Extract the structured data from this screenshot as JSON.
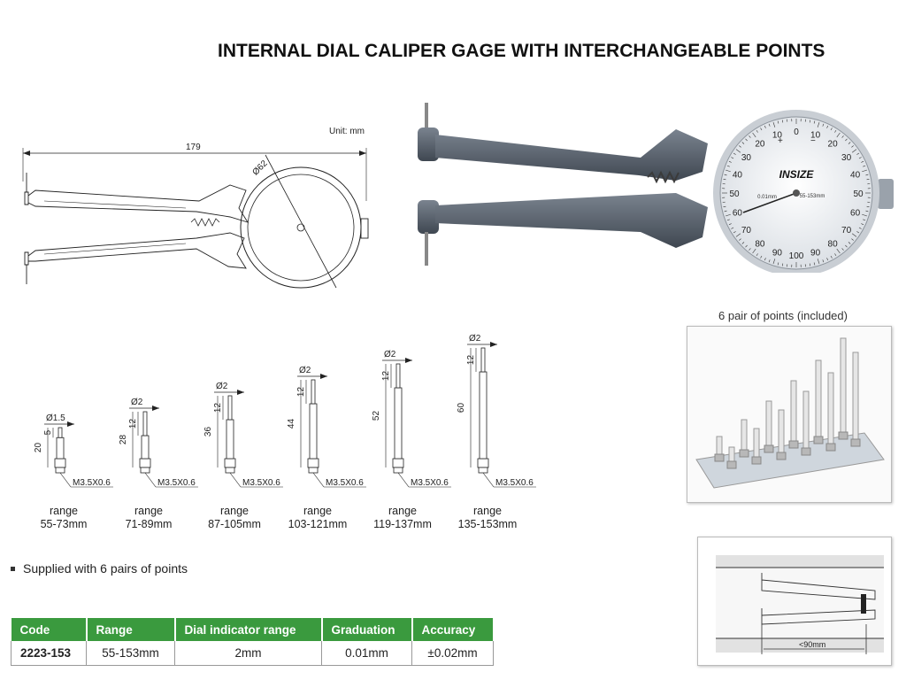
{
  "title": "INTERNAL DIAL CALIPER GAGE WITH INTERCHANGEABLE POINTS",
  "drawing": {
    "unit": "Unit: mm",
    "length": "179",
    "dial_diameter": "Ø62"
  },
  "dial": {
    "brand": "INSIZE",
    "range_text": "55-153mm",
    "graduation_text": "0.01mm",
    "scale_numbers": [
      "0",
      "10",
      "20",
      "30",
      "40",
      "50",
      "60",
      "70",
      "80",
      "90",
      "100",
      "90",
      "80",
      "70",
      "60",
      "50",
      "40",
      "30",
      "20",
      "10"
    ],
    "plus": "+",
    "minus": "−"
  },
  "points": [
    {
      "dia": "Ø1.5",
      "tip": "5",
      "length": "20",
      "thread": "M3.5X0.6",
      "range_word": "range",
      "range": "55-73mm"
    },
    {
      "dia": "Ø2",
      "tip": "12",
      "length": "28",
      "thread": "M3.5X0.6",
      "range_word": "range",
      "range": "71-89mm"
    },
    {
      "dia": "Ø2",
      "tip": "12",
      "length": "36",
      "thread": "M3.5X0.6",
      "range_word": "range",
      "range": "87-105mm"
    },
    {
      "dia": "Ø2",
      "tip": "12",
      "length": "44",
      "thread": "M3.5X0.6",
      "range_word": "range",
      "range": "103-121mm"
    },
    {
      "dia": "Ø2",
      "tip": "12",
      "length": "52",
      "thread": "M3.5X0.6",
      "range_word": "range",
      "range": "119-137mm"
    },
    {
      "dia": "Ø2",
      "tip": "12",
      "length": "60",
      "thread": "M3.5X0.6",
      "range_word": "range",
      "range": "135-153mm"
    }
  ],
  "photo_caption": "6 pair of points (included)",
  "depth_label": "<90mm",
  "note": "Supplied with 6 pairs of points",
  "table": {
    "headers": [
      "Code",
      "Range",
      "Dial indicator range",
      "Graduation",
      "Accuracy"
    ],
    "row": [
      "2223-153",
      "55-153mm",
      "2mm",
      "0.01mm",
      "±0.02mm"
    ]
  },
  "colors": {
    "header_green": "#3a9a3e",
    "tool_gray": "#5b6470",
    "line_dark": "#222222"
  }
}
